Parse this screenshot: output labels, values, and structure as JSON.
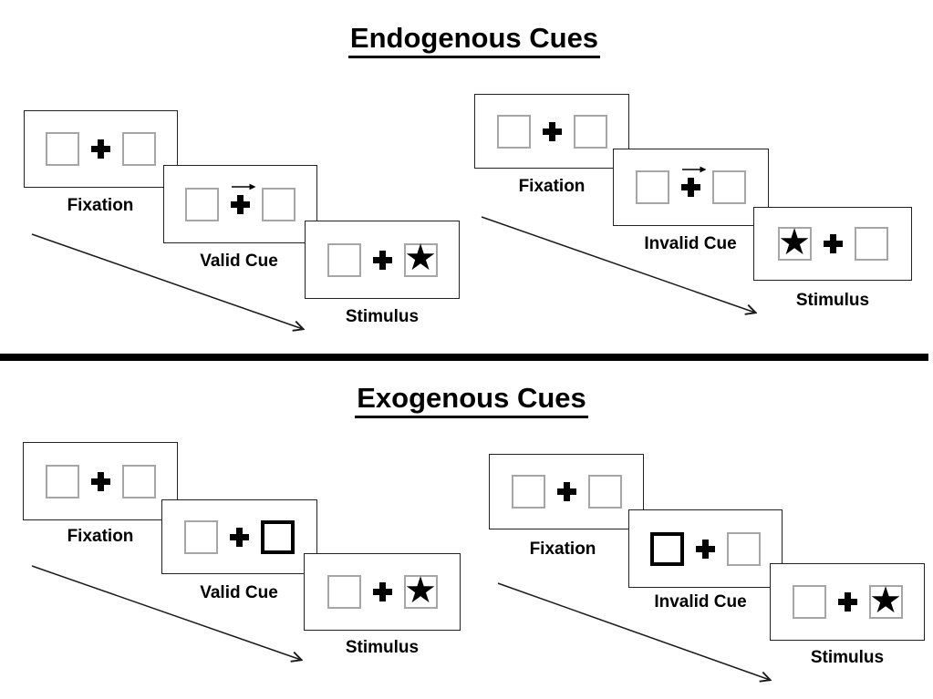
{
  "colors": {
    "background": "#ffffff",
    "ink": "#000000",
    "panel_border": "#222222",
    "placeholder_box_border": "#a6a6a6"
  },
  "icons": {
    "star": "★",
    "fixation_cross": "+",
    "cue_arrow": "→"
  },
  "sections": [
    {
      "title": "Endogenous Cues",
      "groups": [
        {
          "name": "valid",
          "panels": [
            {
              "label": "Fixation",
              "kind": "fixation"
            },
            {
              "label": "Valid Cue",
              "kind": "central-arrow-cue",
              "cue_direction": "right"
            },
            {
              "label": "Stimulus",
              "kind": "stimulus",
              "star_position": "right"
            }
          ]
        },
        {
          "name": "invalid",
          "panels": [
            {
              "label": "Fixation",
              "kind": "fixation"
            },
            {
              "label": "Invalid Cue",
              "kind": "central-arrow-cue",
              "cue_direction": "right"
            },
            {
              "label": "Stimulus",
              "kind": "stimulus",
              "star_position": "left"
            }
          ]
        }
      ]
    },
    {
      "title": "Exogenous Cues",
      "groups": [
        {
          "name": "valid",
          "panels": [
            {
              "label": "Fixation",
              "kind": "fixation"
            },
            {
              "label": "Valid Cue",
              "kind": "peripheral-box-cue",
              "highlighted_box": "right"
            },
            {
              "label": "Stimulus",
              "kind": "stimulus",
              "star_position": "right"
            }
          ]
        },
        {
          "name": "invalid",
          "panels": [
            {
              "label": "Fixation",
              "kind": "fixation"
            },
            {
              "label": "Invalid Cue",
              "kind": "peripheral-box-cue",
              "highlighted_box": "left"
            },
            {
              "label": "Stimulus",
              "kind": "stimulus",
              "star_position": "right"
            }
          ]
        }
      ]
    }
  ]
}
